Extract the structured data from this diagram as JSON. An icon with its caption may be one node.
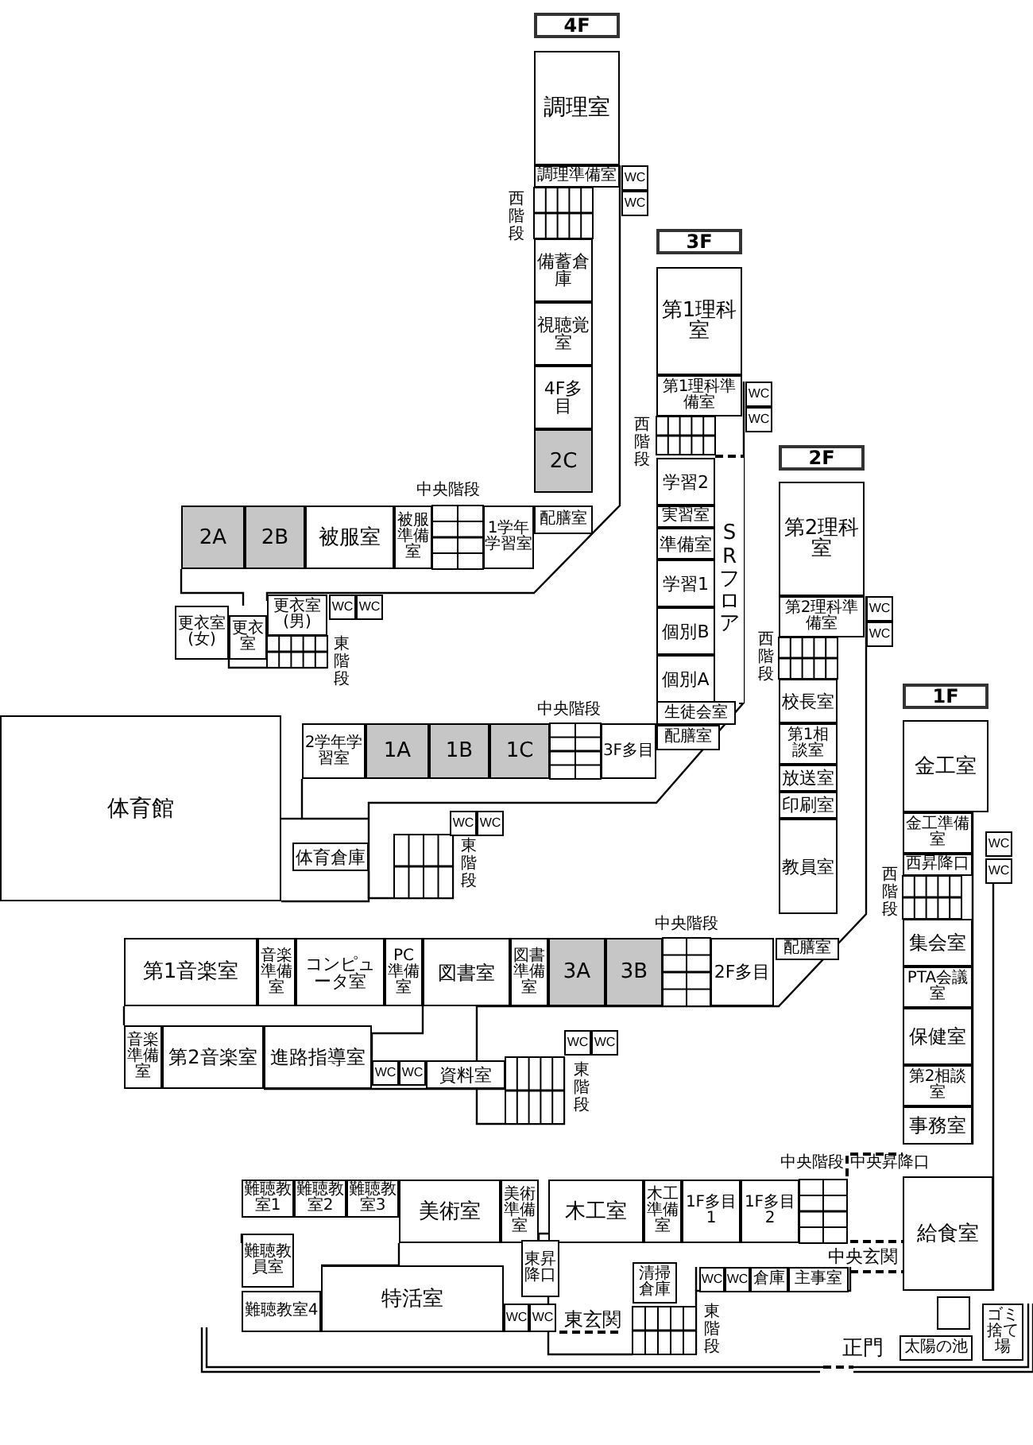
{
  "diagram": {
    "nodes": [
      {
        "text": [
          "4F"
        ]
      },
      {
        "text": [
          "調理室"
        ]
      },
      {
        "text": [
          "調理準備室"
        ]
      },
      {
        "text": [
          "WC"
        ]
      },
      {
        "text": [
          "WC"
        ]
      },
      {
        "text": [
          "備蓄倉庫"
        ]
      },
      {
        "text": [
          "視聴覚室"
        ]
      },
      {
        "text": [
          "4F多目"
        ]
      },
      {
        "text": [
          "2C"
        ]
      },
      {
        "text": [
          "2A"
        ]
      },
      {
        "text": [
          "2B"
        ]
      },
      {
        "text": [
          "被服室"
        ]
      },
      {
        "text": [
          "被服準備室"
        ]
      },
      {
        "text": [
          "1学年学習室"
        ]
      },
      {
        "text": [
          "配膳室"
        ]
      },
      {
        "text": [
          "更衣室(女)"
        ]
      },
      {
        "text": [
          "更衣室"
        ]
      },
      {
        "text": [
          "更衣室(男)"
        ]
      },
      {
        "text": [
          "WC"
        ]
      },
      {
        "text": [
          "WC"
        ]
      },
      {
        "text": [
          "3F"
        ]
      },
      {
        "text": [
          "第1理科室"
        ]
      },
      {
        "text": [
          "第1理科準備室"
        ]
      },
      {
        "text": [
          "WC"
        ]
      },
      {
        "text": [
          "WC"
        ]
      },
      {
        "text": [
          "学習2"
        ]
      },
      {
        "text": [
          "実習室"
        ]
      },
      {
        "text": [
          "準備室"
        ]
      },
      {
        "text": [
          "学習1"
        ]
      },
      {
        "text": [
          "個別B"
        ]
      },
      {
        "text": [
          "個別A"
        ]
      },
      {
        "text": [
          "SRフロア"
        ]
      },
      {
        "text": [
          "生徒会室"
        ]
      },
      {
        "text": [
          "2学年学習室"
        ]
      },
      {
        "text": [
          "1A"
        ]
      },
      {
        "text": [
          "1B"
        ]
      },
      {
        "text": [
          "1C"
        ]
      },
      {
        "text": [
          "3F多目"
        ]
      },
      {
        "text": [
          "配膳室"
        ]
      },
      {
        "text": [
          "WC"
        ]
      },
      {
        "text": [
          "WC"
        ]
      },
      {
        "text": [
          "体育館"
        ]
      },
      {
        "text": [
          "体育倉庫"
        ]
      },
      {
        "text": [
          "2F"
        ]
      },
      {
        "text": [
          "第2理科室"
        ]
      },
      {
        "text": [
          "第2理科準備室"
        ]
      },
      {
        "text": [
          "WC"
        ]
      },
      {
        "text": [
          "WC"
        ]
      },
      {
        "text": [
          "校長室"
        ]
      },
      {
        "text": [
          "第1相談室"
        ]
      },
      {
        "text": [
          "放送室"
        ]
      },
      {
        "text": [
          "印刷室"
        ]
      },
      {
        "text": [
          "教員室"
        ]
      },
      {
        "text": [
          "第1音楽室"
        ]
      },
      {
        "text": [
          "音楽準備室"
        ]
      },
      {
        "text": [
          "コンピュータ室"
        ]
      },
      {
        "text": [
          "PC準備室"
        ]
      },
      {
        "text": [
          "図書室"
        ]
      },
      {
        "text": [
          "図書準備室"
        ]
      },
      {
        "text": [
          "3A"
        ]
      },
      {
        "text": [
          "3B"
        ]
      },
      {
        "text": [
          "2F多目"
        ]
      },
      {
        "text": [
          "配膳室"
        ]
      },
      {
        "text": [
          "音楽準備室"
        ]
      },
      {
        "text": [
          "第2音楽室"
        ]
      },
      {
        "text": [
          "進路指導室"
        ]
      },
      {
        "text": [
          "WC"
        ]
      },
      {
        "text": [
          "WC"
        ]
      },
      {
        "text": [
          "資料室"
        ]
      },
      {
        "text": [
          "WC"
        ]
      },
      {
        "text": [
          "WC"
        ]
      },
      {
        "text": [
          "1F"
        ]
      },
      {
        "text": [
          "金工室"
        ]
      },
      {
        "text": [
          "金工準備室"
        ]
      },
      {
        "text": [
          "西昇降口"
        ]
      },
      {
        "text": [
          "WC"
        ]
      },
      {
        "text": [
          "WC"
        ]
      },
      {
        "text": [
          "集会室"
        ]
      },
      {
        "text": [
          "PTA会議室"
        ]
      },
      {
        "text": [
          "保健室"
        ]
      },
      {
        "text": [
          "第2相談室"
        ]
      },
      {
        "text": [
          "事務室"
        ]
      },
      {
        "text": [
          "難聴教室1"
        ]
      },
      {
        "text": [
          "難聴教室2"
        ]
      },
      {
        "text": [
          "難聴教室3"
        ]
      },
      {
        "text": [
          "美術室"
        ]
      },
      {
        "text": [
          "美術準備室"
        ]
      },
      {
        "text": [
          "木工室"
        ]
      },
      {
        "text": [
          "木工準備室"
        ]
      },
      {
        "text": [
          "1F多目1"
        ]
      },
      {
        "text": [
          "1F多目2"
        ]
      },
      {
        "text": [
          "給食室"
        ]
      },
      {
        "text": [
          "難聴教員室"
        ]
      },
      {
        "text": [
          "難聴教室4"
        ]
      },
      {
        "text": [
          "特活室"
        ]
      },
      {
        "text": [
          "東昇降口"
        ]
      },
      {
        "text": [
          "WC"
        ]
      },
      {
        "text": [
          "WC"
        ]
      },
      {
        "text": [
          "清掃倉庫"
        ]
      },
      {
        "text": [
          "WC"
        ]
      },
      {
        "text": [
          "WC"
        ]
      },
      {
        "text": [
          "倉庫"
        ]
      },
      {
        "text": [
          "主事室"
        ]
      },
      {
        "text": [
          "太陽の池"
        ]
      },
      {
        "text": [
          "ゴミ捨て場"
        ]
      }
    ],
    "labels": [
      "西階段",
      "中央階段",
      "東階段",
      "西階段",
      "中央階段",
      "東階段",
      "西階段",
      "中央階段",
      "東階段",
      "西階段",
      "中央階段",
      "中央昇降口",
      "中央玄関",
      "東玄関",
      "東階段",
      "正門"
    ]
  }
}
